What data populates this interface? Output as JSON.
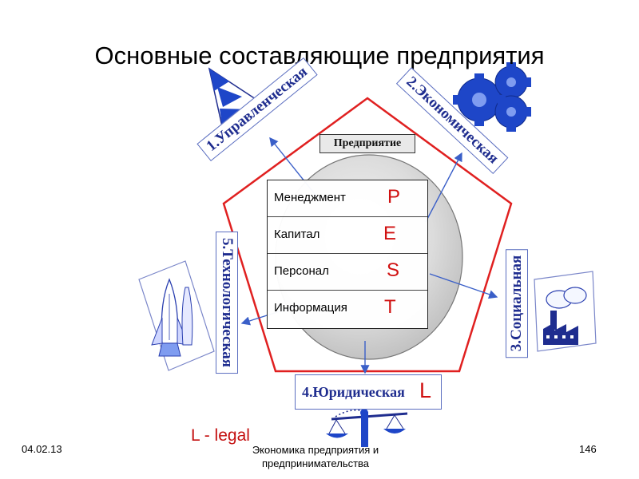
{
  "title": "Основные составляющие предприятия",
  "enterprise_label": "Предприятие",
  "pest_rows": [
    {
      "name": "Менеджмент",
      "letter": "P"
    },
    {
      "name": "Капитал",
      "letter": "E"
    },
    {
      "name": "Персонал",
      "letter": "S"
    },
    {
      "name": "Информация",
      "letter": "T"
    }
  ],
  "components": {
    "management": "1.Управленческая",
    "economic": "2.Экономическая",
    "social": "3.Социальная",
    "legal": "4.Юридическая",
    "legal_letter": "L",
    "technological": "5.Технологическая"
  },
  "legal_note": "L - legal",
  "footer": {
    "date": "04.02.13",
    "center_line1": "Экономика предприятия и",
    "center_line2": "предпринимательства",
    "page": "146"
  },
  "colors": {
    "pentagon": "#e02020",
    "label_text": "#1f2d8f",
    "label_border": "#5b6ec0",
    "accent_letters": "#d01010",
    "arrows": "#3a5fc8",
    "gears": "#1e46c8",
    "icons": "#2a3fb0"
  },
  "icons": [
    "pyramid-icon",
    "gears-icon",
    "factory-icon",
    "scales-icon",
    "space-shuttle-icon"
  ]
}
